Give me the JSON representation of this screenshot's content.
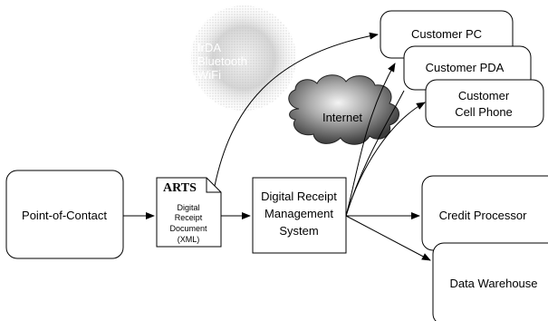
{
  "diagram": {
    "wireless_bubble": {
      "lines": [
        "IrDA",
        "Bluetooth",
        "WiFi"
      ]
    },
    "internet_cloud": {
      "label": "Internet"
    },
    "nodes": {
      "point_of_contact": "Point-of-Contact",
      "document": {
        "logo": "ARTS",
        "lines": [
          "Digital",
          "Receipt",
          "Document",
          "(XML)"
        ]
      },
      "drms": {
        "lines": [
          "Digital Receipt",
          "Management",
          "System"
        ]
      },
      "customer_pc": "Customer PC",
      "customer_pda": "Customer PDA",
      "customer_cell": {
        "lines": [
          "Customer",
          "Cell Phone"
        ]
      },
      "credit_processor": "Credit Processor",
      "data_warehouse": "Data Warehouse"
    }
  }
}
